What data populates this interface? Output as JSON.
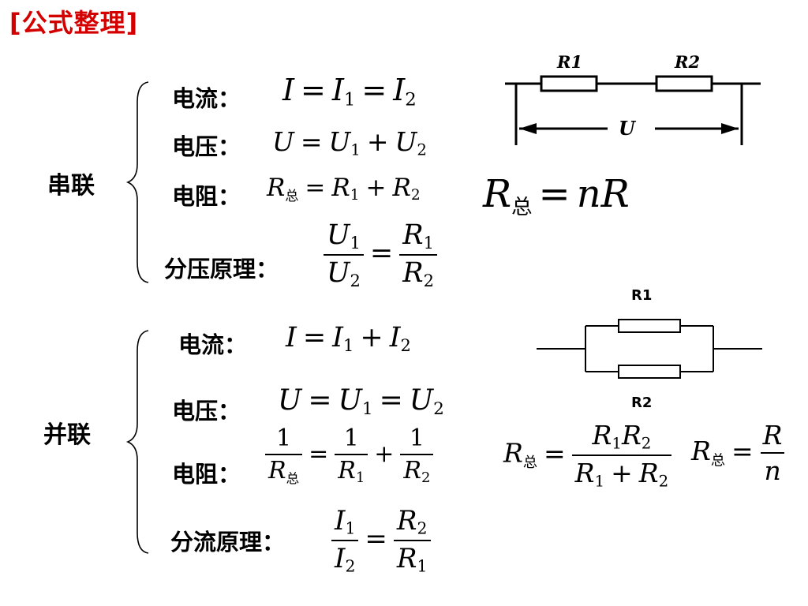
{
  "title": "[公式整理]",
  "series": {
    "group_label": "串联",
    "current_label": "电流：",
    "voltage_label": "电压：",
    "resistance_label": "电阻：",
    "divider_label": "分压原理："
  },
  "parallel": {
    "group_label": "并联",
    "current_label": "电流：",
    "voltage_label": "电压：",
    "resistance_label": "电阻：",
    "divider_label": "分流原理："
  },
  "subscript_total": "总",
  "series_diagram": {
    "r1_label": "R1",
    "r2_label": "R2",
    "u_label": "U"
  },
  "parallel_diagram": {
    "r1_label": "R1",
    "r2_label": "R2"
  },
  "colors": {
    "title": "#d40000",
    "text": "#000000"
  }
}
